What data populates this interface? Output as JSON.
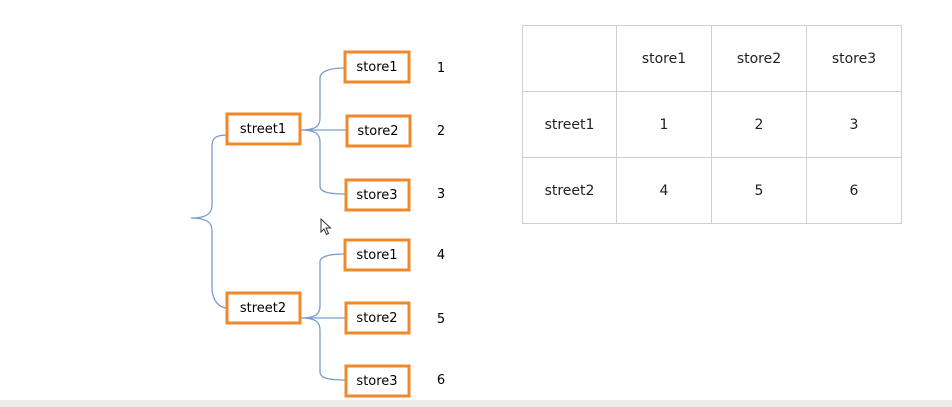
{
  "tree": {
    "streets": [
      {
        "label": "street1",
        "stores": [
          {
            "label": "store1",
            "number": "1"
          },
          {
            "label": "store2",
            "number": "2"
          },
          {
            "label": "store3",
            "number": "3"
          }
        ]
      },
      {
        "label": "street2",
        "stores": [
          {
            "label": "store1",
            "number": "4"
          },
          {
            "label": "store2",
            "number": "5"
          },
          {
            "label": "store3",
            "number": "6"
          }
        ]
      }
    ]
  },
  "table": {
    "headers": [
      "",
      "store1",
      "store2",
      "store3"
    ],
    "rows": [
      {
        "label": "street1",
        "cells": [
          "1",
          "2",
          "3"
        ]
      },
      {
        "label": "street2",
        "cells": [
          "4",
          "5",
          "6"
        ]
      }
    ]
  },
  "colors": {
    "node_border": "#f0892c",
    "branch_line": "#7a9ccf",
    "table_border": "#cfcfcf"
  }
}
